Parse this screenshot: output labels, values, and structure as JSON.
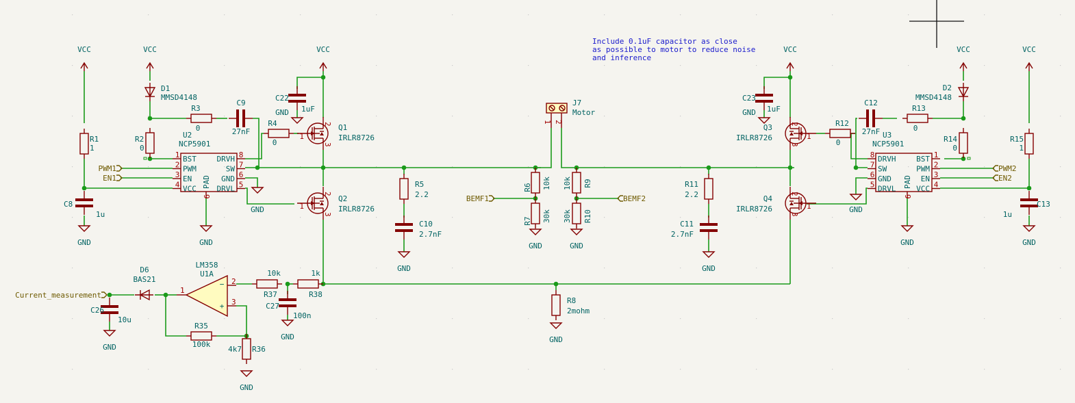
{
  "app": "KiCad Schematic Editor",
  "note": {
    "lines": [
      "Include 0.1uF capacitor as close",
      "as possible to motor to reduce noise",
      "and inference"
    ]
  },
  "power": {
    "vcc": "VCC",
    "gnd": "GND"
  },
  "global_labels": {
    "pwm1": "PWM1",
    "en1": "EN1",
    "pwm2": "PWM2",
    "en2": "EN2",
    "bemf1": "BEMF1",
    "bemf2": "BEMF2",
    "current": "Current_measurement"
  },
  "drivers": [
    {
      "ref": "U2",
      "value": "NCP5901",
      "pins_left": [
        {
          "num": "1",
          "name": "BST"
        },
        {
          "num": "2",
          "name": "PWM"
        },
        {
          "num": "3",
          "name": "EN"
        },
        {
          "num": "4",
          "name": "VCC"
        }
      ],
      "pins_right": [
        {
          "num": "8",
          "name": "DRVH"
        },
        {
          "num": "7",
          "name": "SW"
        },
        {
          "num": "6",
          "name": "GND"
        },
        {
          "num": "5",
          "name": "DRVL"
        }
      ],
      "pad": {
        "num": "9",
        "name": "PAD"
      }
    },
    {
      "ref": "U3",
      "value": "NCP5901",
      "pins_right": [
        {
          "num": "1",
          "name": "BST"
        },
        {
          "num": "2",
          "name": "PWM"
        },
        {
          "num": "3",
          "name": "EN"
        },
        {
          "num": "4",
          "name": "VCC"
        }
      ],
      "pins_left": [
        {
          "num": "8",
          "name": "DRVH"
        },
        {
          "num": "7",
          "name": "SW"
        },
        {
          "num": "6",
          "name": "GND"
        },
        {
          "num": "5",
          "name": "DRVL"
        }
      ],
      "pad": {
        "num": "9",
        "name": "PAD"
      }
    }
  ],
  "mosfets": [
    {
      "ref": "Q1",
      "value": "IRLR8726",
      "pins": {
        "g": "1",
        "d": "2",
        "s": "3"
      }
    },
    {
      "ref": "Q2",
      "value": "IRLR8726",
      "pins": {
        "g": "1",
        "d": "2",
        "s": "3"
      }
    },
    {
      "ref": "Q3",
      "value": "IRLR8726",
      "pins": {
        "g": "1",
        "d": "2",
        "s": "3"
      }
    },
    {
      "ref": "Q4",
      "value": "IRLR8726",
      "pins": {
        "g": "1",
        "d": "2",
        "s": "3"
      }
    }
  ],
  "resistors": {
    "R1": {
      "ref": "R1",
      "value": "1"
    },
    "R2": {
      "ref": "R2",
      "value": "0"
    },
    "R3": {
      "ref": "R3",
      "value": "0"
    },
    "R4": {
      "ref": "R4",
      "value": "0"
    },
    "R5": {
      "ref": "R5",
      "value": "2.2"
    },
    "R6": {
      "ref": "R6",
      "value": "10k"
    },
    "R7": {
      "ref": "R7",
      "value": "30k"
    },
    "R8": {
      "ref": "R8",
      "value": "2mohm"
    },
    "R9": {
      "ref": "R9",
      "value": "10k"
    },
    "R10": {
      "ref": "R10",
      "value": "30k"
    },
    "R11": {
      "ref": "R11",
      "value": "2.2"
    },
    "R12": {
      "ref": "R12",
      "value": "0"
    },
    "R13": {
      "ref": "R13",
      "value": "0"
    },
    "R14": {
      "ref": "R14",
      "value": "0"
    },
    "R15": {
      "ref": "R15",
      "value": "1"
    },
    "R35": {
      "ref": "R35",
      "value": "100k"
    },
    "R36": {
      "ref": "R36",
      "value": "4k7"
    },
    "R37": {
      "ref": "R37",
      "value": "10k"
    },
    "R38": {
      "ref": "R38",
      "value": "1k"
    }
  },
  "capacitors": {
    "C8": {
      "ref": "C8",
      "value": "1u"
    },
    "C9": {
      "ref": "C9",
      "value": "27nF"
    },
    "C10": {
      "ref": "C10",
      "value": "2.7nF"
    },
    "C11": {
      "ref": "C11",
      "value": "2.7nF"
    },
    "C12": {
      "ref": "C12",
      "value": "27nF"
    },
    "C13": {
      "ref": "C13",
      "value": "1u"
    },
    "C22": {
      "ref": "C22",
      "value": "1uF"
    },
    "C23": {
      "ref": "C23",
      "value": "1uF"
    },
    "C26": {
      "ref": "C26",
      "value": "10u"
    },
    "C27": {
      "ref": "C27",
      "value": "100n"
    }
  },
  "diodes": {
    "D1": {
      "ref": "D1",
      "value": "MMSD4148"
    },
    "D2": {
      "ref": "D2",
      "value": "MMSD4148"
    },
    "D6": {
      "ref": "D6",
      "value": "BAS21"
    }
  },
  "connector": {
    "ref": "J7",
    "value": "Motor",
    "pins": [
      "1",
      "2"
    ]
  },
  "opamp": {
    "ref": "U1A",
    "value": "LM358",
    "pins": {
      "out": "1",
      "inv": "2",
      "noninv": "3"
    },
    "minus": "−",
    "plus": "+"
  }
}
